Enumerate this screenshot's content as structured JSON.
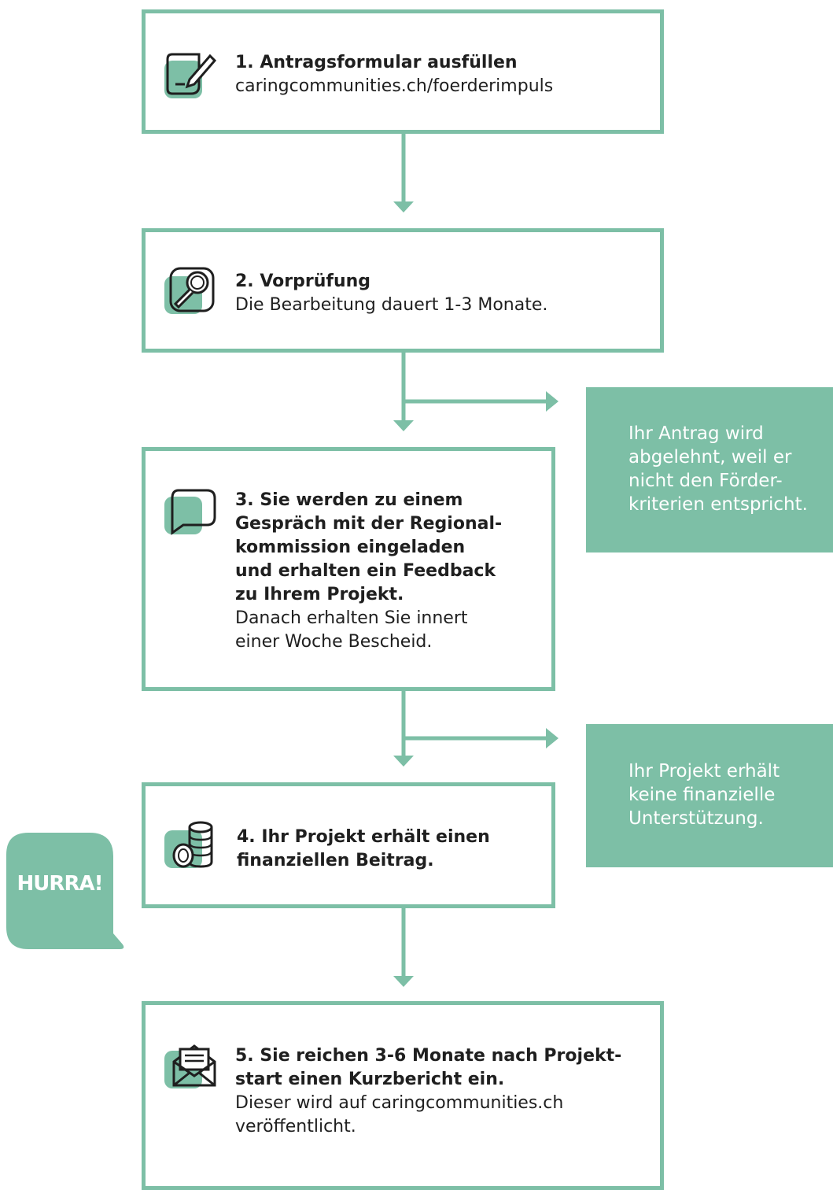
{
  "steps": [
    {
      "title": "1. Antragsformular ausfüllen",
      "text": "caringcommunities.ch/foerderimpuls",
      "icon": "form-pencil-icon"
    },
    {
      "title": "2. Vorprüfung",
      "text": "Die Bearbeitung dauert 1-3 Monate.",
      "icon": "magnifier-icon"
    },
    {
      "title": "3. Sie werden zu einem\nGespräch mit der Regional-\nkommission eingeladen\nund erhalten ein Feedback\nzu Ihrem Projekt.",
      "text": "Danach erhalten Sie innert\neiner Woche Bescheid.",
      "icon": "speech-bubble-icon"
    },
    {
      "title": "4. Ihr Projekt erhält einen\nfinanziellen Beitrag.",
      "text": "",
      "icon": "coins-icon"
    },
    {
      "title": "5. Sie reichen 3-6 Monate nach Projekt-\nstart einen Kurzbericht ein.",
      "text": "Dieser wird auf caringcommunities.ch\nveröffentlicht.",
      "icon": "envelope-icon"
    }
  ],
  "outcomes": {
    "rejected": "Ihr Antrag wird\nabgelehnt, weil er\nnicht den Förder-\nkriterien entspricht.",
    "no_funding": "Ihr Projekt erhält\nkeine finanzielle\nUnterstützung."
  },
  "badge": {
    "text": "HURRA!"
  },
  "colors": {
    "accent": "#7dbfa6",
    "text": "#1f1f1f",
    "badge_text": "#ffffff"
  }
}
